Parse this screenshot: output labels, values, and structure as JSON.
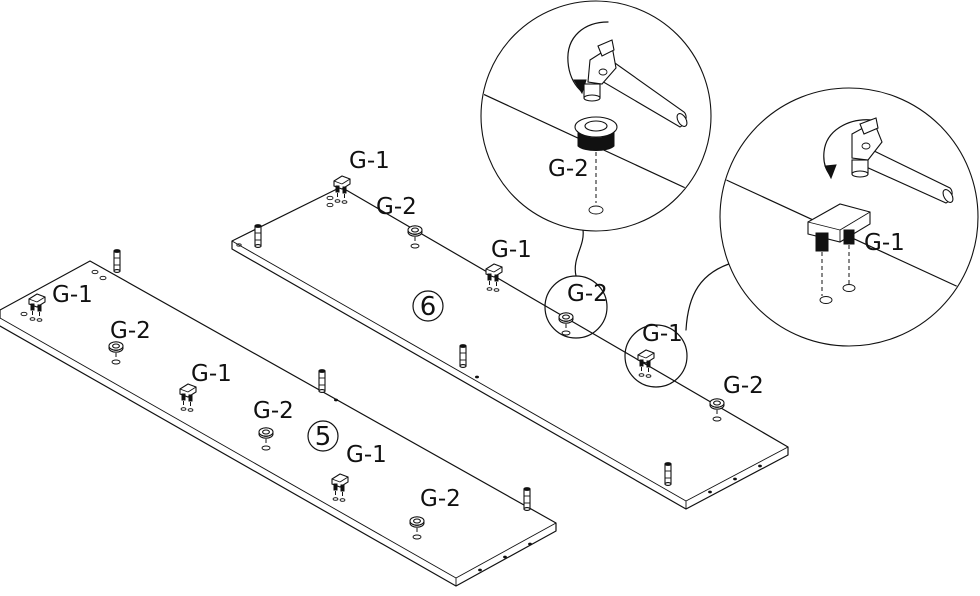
{
  "panels": [
    {
      "number": "5",
      "labels": [
        "G-1",
        "G-2",
        "G-1",
        "G-2",
        "G-1",
        "G-2"
      ]
    },
    {
      "number": "6",
      "labels": [
        "G-1",
        "G-2",
        "G-1",
        "G-2",
        "G-1",
        "G-2"
      ]
    }
  ],
  "details": [
    {
      "label": "G-2"
    },
    {
      "label": "G-1"
    }
  ],
  "icons": [
    "cam-lock-fitting",
    "cam-bolt",
    "dowel-pin",
    "rotate-arrow"
  ]
}
